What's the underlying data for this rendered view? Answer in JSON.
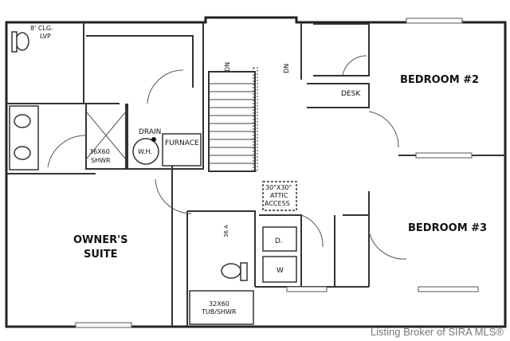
{
  "rooms": {
    "owners_suite_line1": "OWNER'S",
    "owners_suite_line2": "SUITE",
    "bedroom2": "BEDROOM #2",
    "bedroom3": "BEDROOM #3"
  },
  "labels": {
    "clg_line1": "8' CLG.",
    "clg_line2": "LVP",
    "shower_line1": "36X60",
    "shower_line2": "SHWR",
    "drain": "DRAIN",
    "water_heater": "W.H.",
    "furnace": "FURNACE",
    "desk": "DESK",
    "attic_line1": "30\"X30\"",
    "attic_line2": "ATTIC",
    "attic_line3": "ACCESS",
    "dn_left": "DN",
    "dn_right": "DN",
    "dryer": "D.",
    "washer": "W",
    "tub_line1": "32X60",
    "tub_line2": "TUB/SHWR",
    "linen": "36 A"
  },
  "credit": "Listing Broker of SIRA MLS®"
}
